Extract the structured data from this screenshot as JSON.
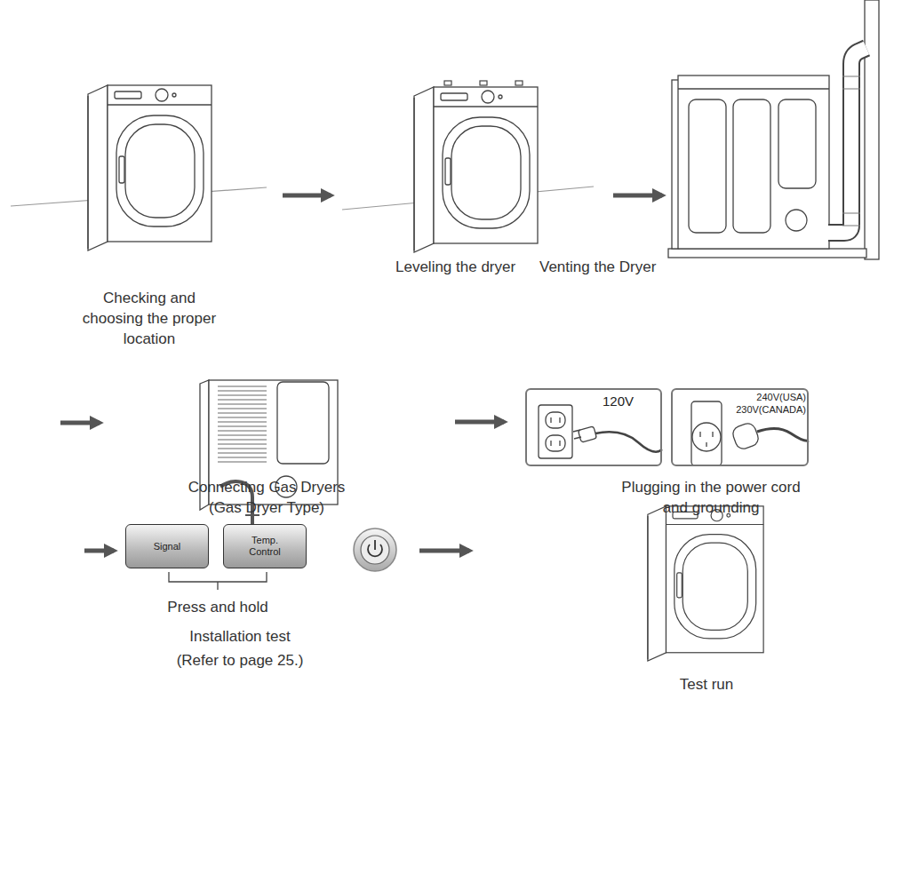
{
  "diagram": {
    "nodes": [
      {
        "text": [
          "Checking and choosing the proper location"
        ]
      },
      {
        "text": [
          "Leveling the dryer"
        ]
      },
      {
        "text": [
          "Venting the Dryer"
        ]
      },
      {
        "text": [
          "Connecting Gas Dryers (Gas Dryer Type)"
        ]
      },
      {
        "text": [
          "Plugging in the power cord and grounding"
        ]
      },
      {
        "text": [
          "120V"
        ],
        "in": 4
      },
      {
        "text": [
          "240V(USA) 230V(CANADA)"
        ],
        "in": 4
      },
      {
        "text": [
          "Installation test (Refer to page 25.)"
        ]
      },
      {
        "text": [
          "Signal"
        ],
        "in": 7
      },
      {
        "text": [
          "Temp. Control"
        ],
        "in": 7
      },
      {
        "text": [
          "Test run"
        ]
      }
    ],
    "edges": [
      {
        "from": 0,
        "to": 1,
        "arrow": "to"
      },
      {
        "from": 1,
        "to": 2,
        "arrow": "to"
      },
      {
        "from": 3,
        "to": 4,
        "arrow": "to"
      },
      {
        "from": 7,
        "to": 10,
        "arrow": "to"
      }
    ],
    "labels": [
      "Press and hold"
    ]
  }
}
